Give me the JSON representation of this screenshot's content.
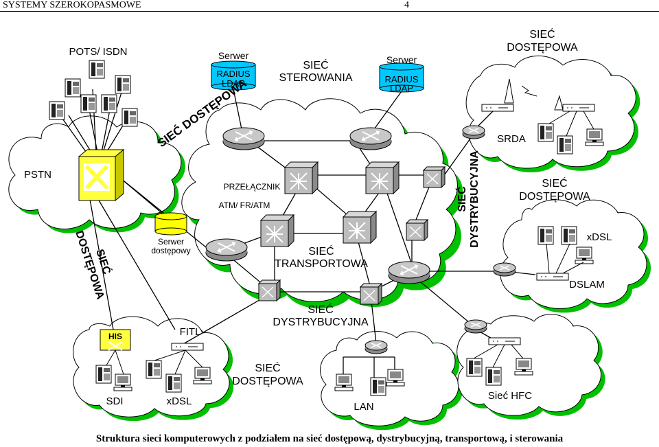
{
  "header": {
    "title": "SYSTEMY SZEROKOPASMOWE",
    "page_number": "4"
  },
  "labels": {
    "pots_isdn": "POTS/ ISDN",
    "pstn": "PSTN",
    "siec_dostepowa_diag": "SIEĆ DOSTĘPOWA",
    "siec_dostepowa_left_1": "SIEĆ",
    "siec_dostepowa_left_2": "DOSTĘPOWA",
    "serwer_left": "Serwer",
    "serwer_right": "Serwer",
    "radius": "RADIUS",
    "ldap": "LDAP",
    "siec_sterowania_1": "SIEĆ",
    "siec_sterowania_2": "STEROWANIA",
    "siec_dostepowa_tr_1": "SIEĆ",
    "siec_dostepowa_tr_2": "DOSTĘPOWA",
    "srda": "SRDA",
    "przelacznik": "PRZEŁĄCZNIK",
    "atm_fr": "ATM/ FR/ATM",
    "serwer_dostepowy_1": "Serwer",
    "serwer_dostepowy_2": "dostępowy",
    "siec_transportowa_1": "SIEĆ",
    "siec_transportowa_2": "TRANSPORTOWA",
    "siec_dystrybucyjna_v_1": "SIEĆ",
    "siec_dystrybucyjna_v_2": "DYSTRYBUCYJNA",
    "siec_dostepowa_mr_1": "SIEĆ",
    "siec_dostepowa_mr_2": "DOSTĘPOWA",
    "xdsl_right": "xDSL",
    "dslam": "DSLAM",
    "siec_dystrybucyjna_1": "SIEĆ",
    "siec_dystrybucyjna_2": "DYSTRYBUCYJNA",
    "his": "HIS",
    "fitl": "FITL",
    "sdi": "SDI",
    "xdsl_bottom": "xDSL",
    "siec_dostepowa_b_1": "SIEĆ",
    "siec_dostepowa_b_2": "DOSTĘPOWA",
    "lan": "LAN",
    "siec_hfc": "Sieć HFC"
  },
  "caption": "Struktura sieci komputerowych z podziałem na sieć dostępową, dystrybucyjną, transportową, i sterowania",
  "colors": {
    "cloud_shadow": "#00c000",
    "cylinder": "#ffff00",
    "radius_cylinder": "#00c8ff",
    "router": "#bdbdbd",
    "switch_box": "#ffff40"
  }
}
